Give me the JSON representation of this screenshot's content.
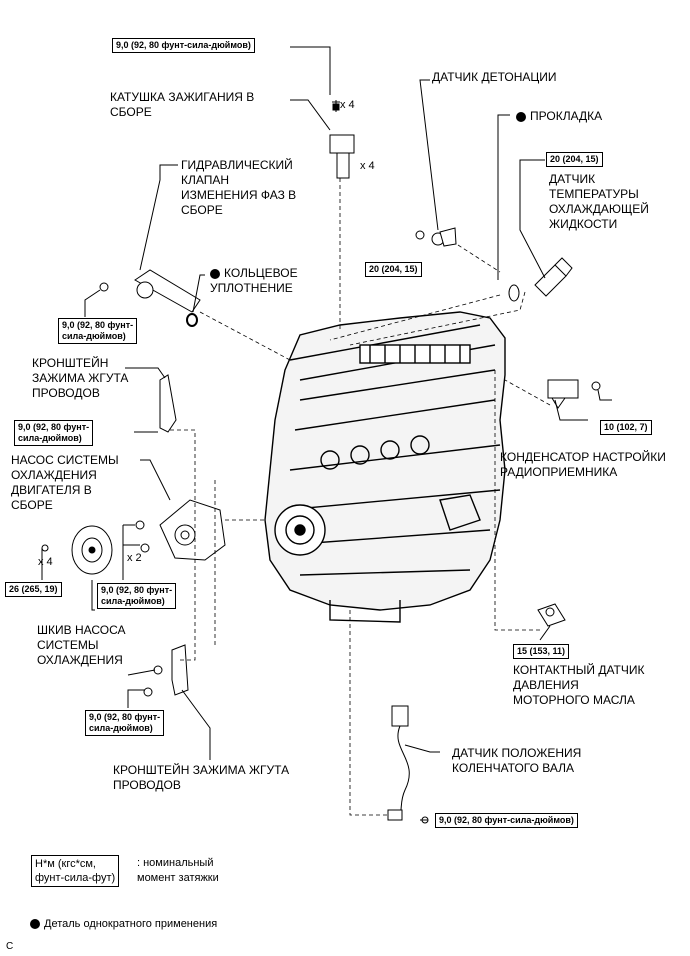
{
  "labels": {
    "ignition_coil": "КАТУШКА ЗАЖИГАНИЯ В\nСБОРЕ",
    "knock_sensor": "ДАТЧИК ДЕТОНАЦИИ",
    "gasket": "ПРОКЛАДКА",
    "coolant_temp_sensor": "ДАТЧИК\nТЕМПЕРАТУРЫ\nОХЛАЖДАЮЩЕЙ\nЖИДКОСТИ",
    "ocv": "ГИДРАВЛИЧЕСКИЙ\nКЛАПАН\nИЗМЕНЕНИЯ ФАЗ В\nСБОРЕ",
    "o_ring": "КОЛЬЦЕВОЕ\nУПЛОТНЕНИЕ",
    "harness_bracket_top": "КРОНШТЕЙН\nЗАЖИМА ЖГУТА\nПРОВОДОВ",
    "water_pump": "НАСОС СИСТЕМЫ\nОХЛАЖДЕНИЯ\nДВИГАТЕЛЯ В\nСБОРЕ",
    "pump_pulley": "ШКИВ НАСОСА\nСИСТЕМЫ\nОХЛАЖДЕНИЯ",
    "noise_filter": "КОНДЕНСАТОР НАСТРОЙКИ\nРАДИОПРИЕМНИКА",
    "oil_pressure_switch": "КОНТАКТНЫЙ ДАТЧИК\nДАВЛЕНИЯ\nМОТОРНОГО МАСЛА",
    "harness_bracket_bottom": "КРОНШТЕЙН ЗАЖИМА ЖГУТА\nПРОВОДОВ",
    "crank_sensor": "ДАТЧИК ПОЛОЖЕНИЯ\nКОЛЕНЧАТОГО ВАЛА"
  },
  "torques": {
    "coil_bolt": "9,0 (92, 80 фунт-сила-дюймов)",
    "knock_nut": "20 (204, 15)",
    "coolant_sensor": "20 (204, 15)",
    "ocv_bolt": "9,0 (92, 80 фунт-\nсила-дюймов)",
    "bracket_top_bolt": "9,0 (92, 80 фунт-\nсила-дюймов)",
    "pulley_bolt": "26 (265, 19)",
    "pump_bolt": "9,0 (92, 80 фунт-\nсила-дюймов)",
    "noise_filter_bolt": "10 (102, 7)",
    "oil_switch": "15 (153, 11)",
    "bracket_bottom_bolt": "9,0 (92, 80 фунт-\nсила-дюймов)",
    "crank_bolt": "9,0 (92, 80 фунт-сила-дюймов)"
  },
  "quantities": {
    "coil_bolt": "x 4",
    "coil": "x 4",
    "pulley_bolt": "x 4",
    "pump_bolt": "x 2"
  },
  "legend": {
    "units_box": "Н*м (кгс*см,\nфунт-сила-фут)",
    "units_text": ": номинальный\nмомент затяжки",
    "single_use": "Деталь однократного применения",
    "corner": "C"
  }
}
